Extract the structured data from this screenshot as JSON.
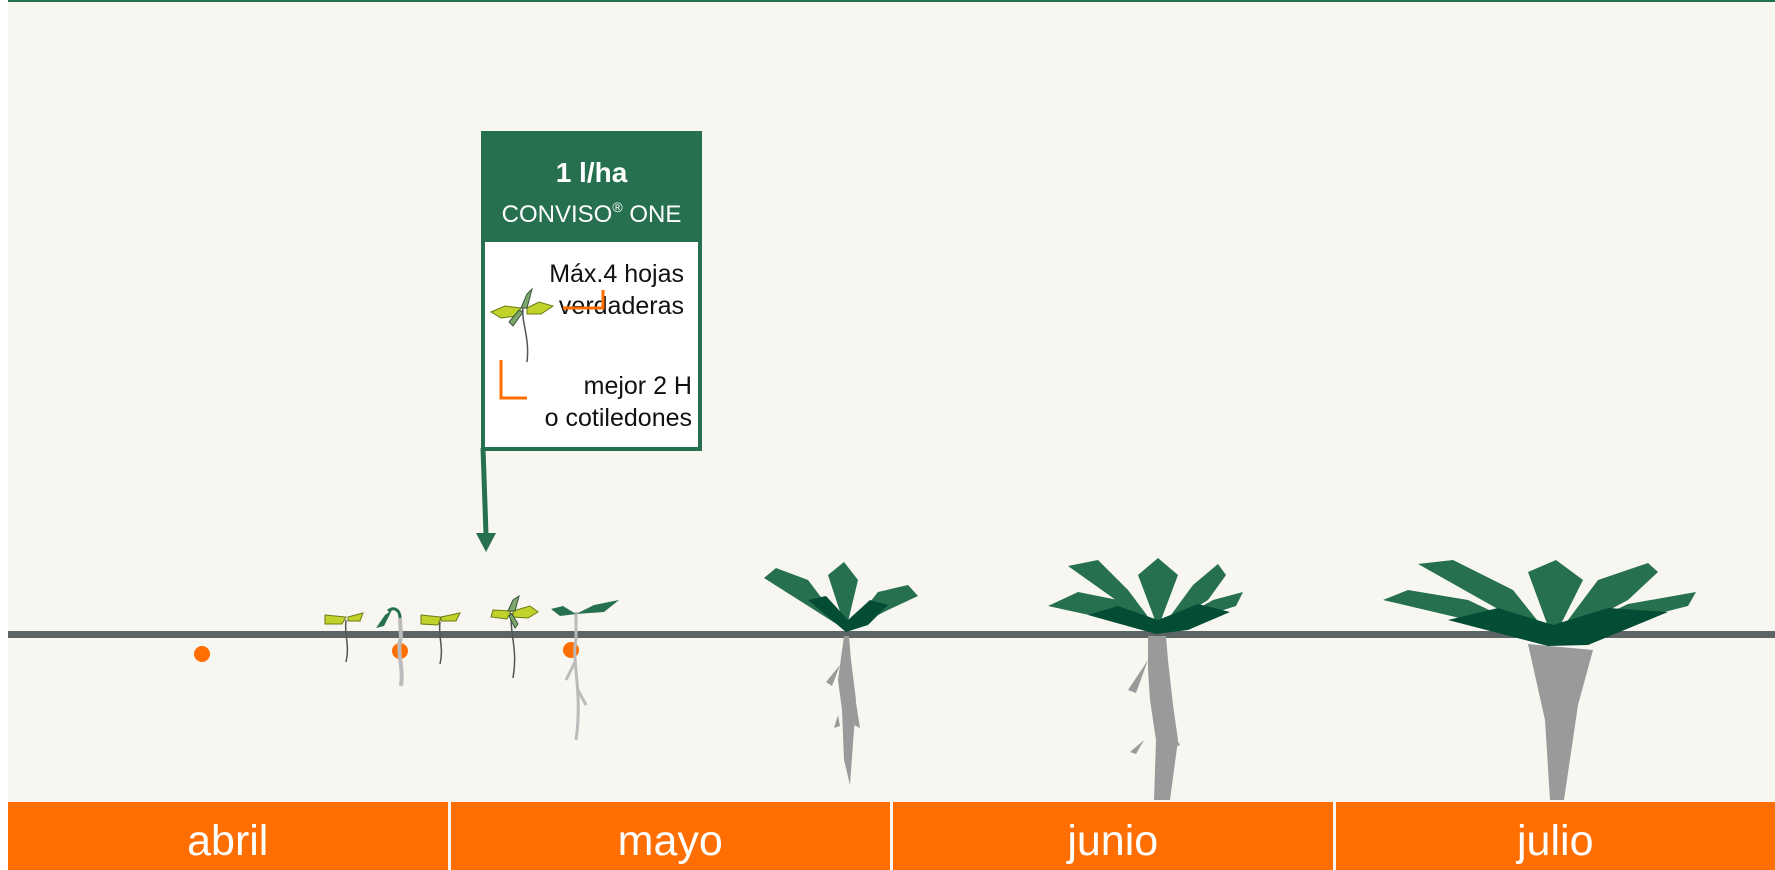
{
  "callout": {
    "dose": "1 l/ha",
    "product": "CONVISO",
    "product_mark": "®",
    "product_suffix": " ONE",
    "max_stage": "Máx.4 hojas\nverdaderas",
    "best_stage": "mejor 2 H\no cotiledones"
  },
  "timeline": {
    "months": [
      "abril",
      "mayo",
      "junio",
      "julio"
    ]
  },
  "colors": {
    "brand_green": "#26704f",
    "dark_green": "#044d35",
    "seedling_green": "#c1d22a",
    "orange": "#ff6e00",
    "ground_line": "#5d6466",
    "root_grey": "#9a9a9a",
    "background": "#f7f6f0"
  },
  "icons": [
    "seed-icon",
    "seedling-icon",
    "sugar-beet-plant-icon",
    "arrow-down-icon"
  ]
}
